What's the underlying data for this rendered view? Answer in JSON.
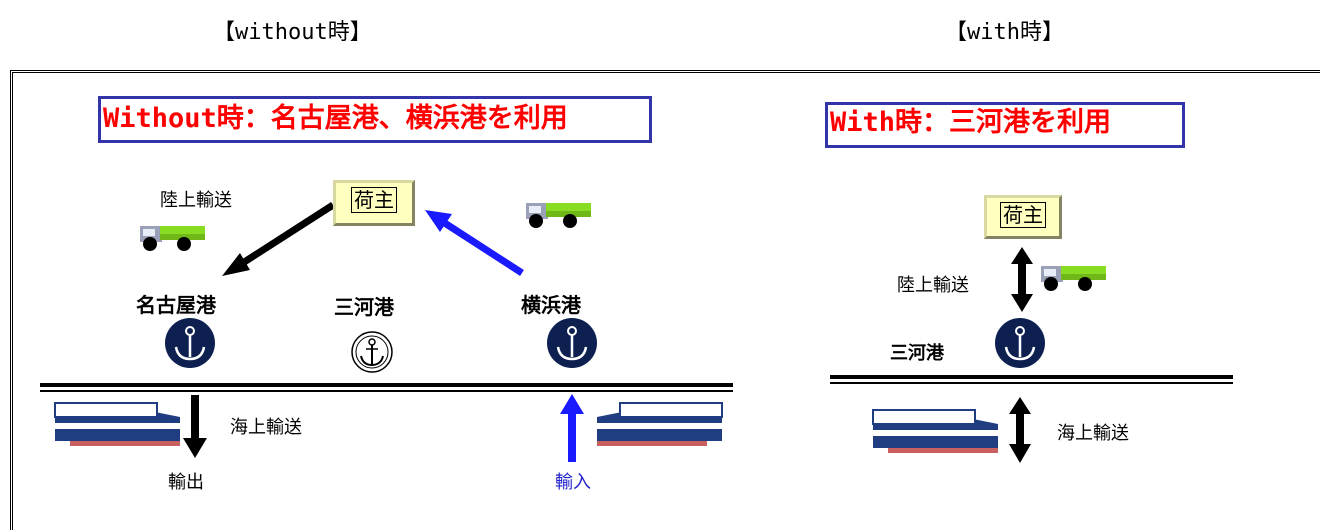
{
  "headings": {
    "left": "【without時】",
    "right": "【with時】"
  },
  "without": {
    "title": "Without時：名古屋港、横浜港を利用",
    "shipper": "荷主",
    "land_transport": "陸上輸送",
    "ports": {
      "nagoya": "名古屋港",
      "mikawa": "三河港",
      "yokohama": "横浜港"
    },
    "sea_transport": "海上輸送",
    "export": "輸出",
    "import": "輸入"
  },
  "with": {
    "title": "With時：三河港を利用",
    "shipper": "荷主",
    "land_transport": "陸上輸送",
    "port": "三河港",
    "sea_transport": "海上輸送"
  },
  "colors": {
    "title_text": "#ff0000",
    "title_border": "#3333aa",
    "import_arrow": "#1a1aff",
    "anchor_circle": "#0d2050"
  }
}
